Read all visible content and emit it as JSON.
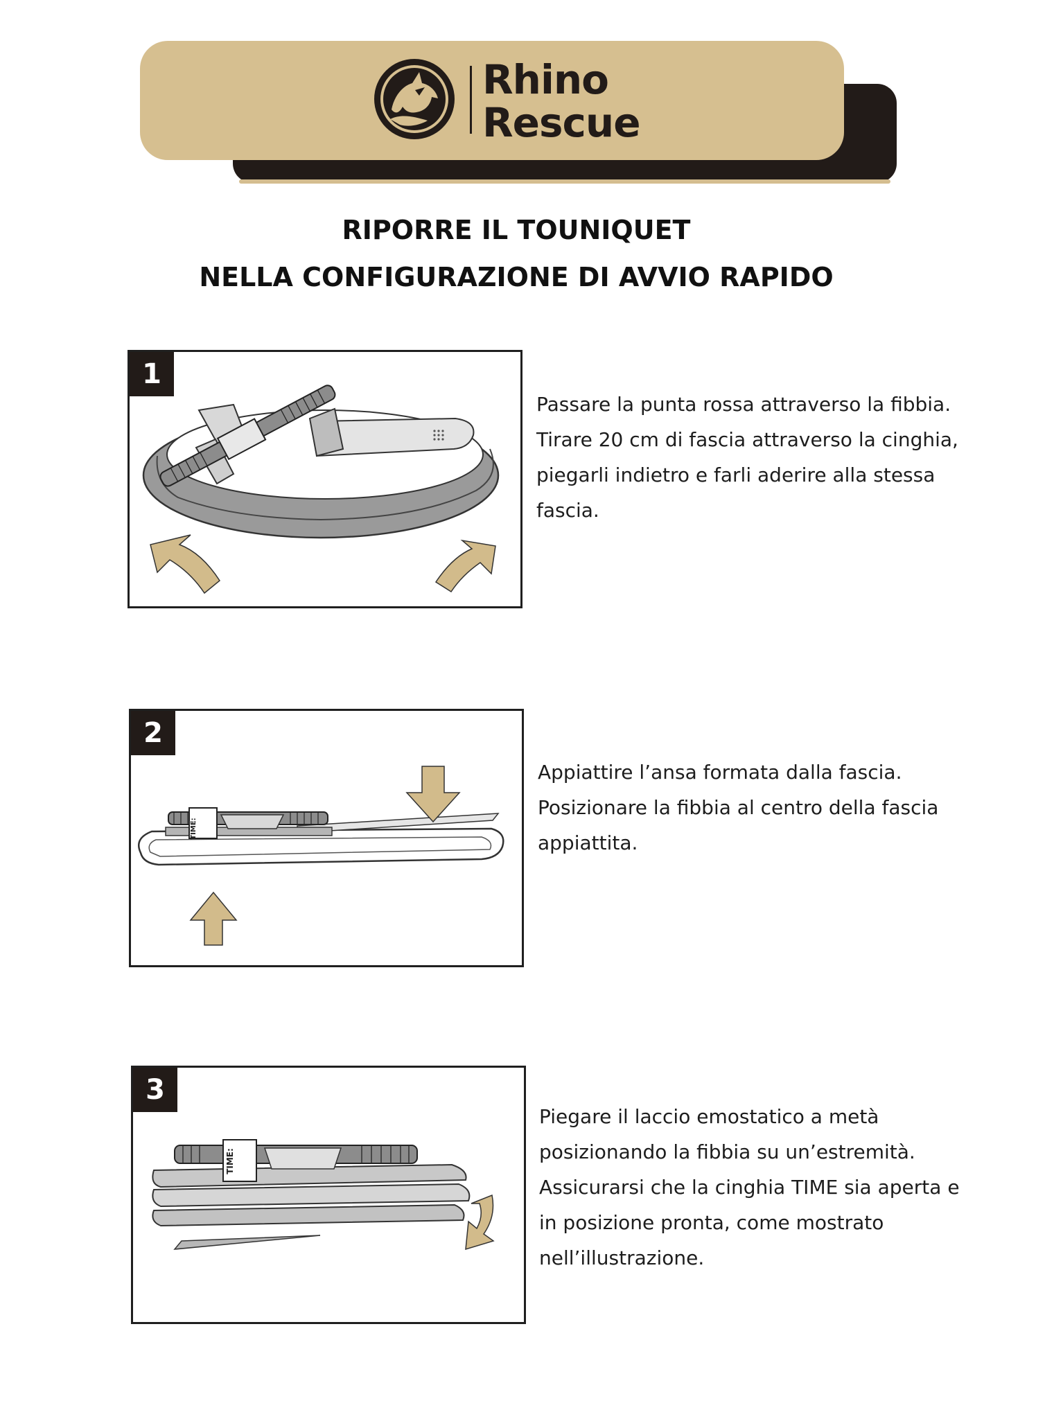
{
  "brand": {
    "line1": "Rhino",
    "line2": "Rescue"
  },
  "title": {
    "line1": "RIPORRE IL TOUNIQUET",
    "line2": "NELLA CONFIGURAZIONE DI AVVIO RAPIDO"
  },
  "colors": {
    "brand_tan": "#d6bf90",
    "brand_dark": "#221b18",
    "arrow_tan": "#d2bb8b"
  },
  "steps": [
    {
      "number": "1",
      "lines": [
        "Passare la punta rossa attraverso la fibbia.",
        "Tirare 20 cm di fascia attraverso la cinghia,",
        "piegarli indietro e farli aderire alla stessa",
        "fascia."
      ]
    },
    {
      "number": "2",
      "lines": [
        "Appiattire l’ansa formata dalla fascia.",
        "Posizionare la fibbia al centro della fascia",
        "appiattita."
      ],
      "label": "TIME:"
    },
    {
      "number": "3",
      "lines": [
        "Piegare il laccio emostatico a metà",
        "posizionando la fibbia su un’estremità.",
        "Assicurarsi che la cinghia TIME sia aperta e",
        "in posizione pronta, come mostrato",
        "nell’illustrazione."
      ],
      "label": "TIME:"
    }
  ]
}
